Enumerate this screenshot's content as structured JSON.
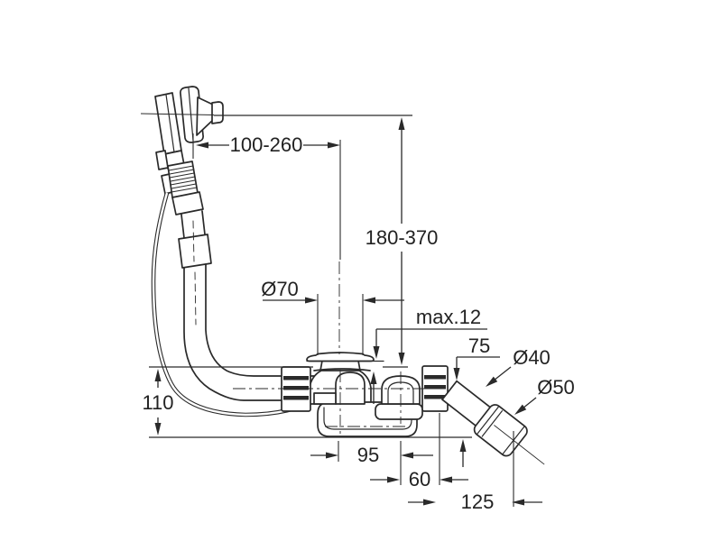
{
  "drawing": {
    "dimensions": {
      "knob_offset": "100-260",
      "overflow_drop": "180-370",
      "plug_diameter": "Ø70",
      "rim_thickness": "max.12",
      "outlet_stub": "75",
      "outlet_diameter": "Ø40",
      "coupling_diameter": "Ø50",
      "trap_height": "110",
      "trap_offset": "95",
      "elbow_offset": "60",
      "outlet_reach": "125"
    }
  }
}
